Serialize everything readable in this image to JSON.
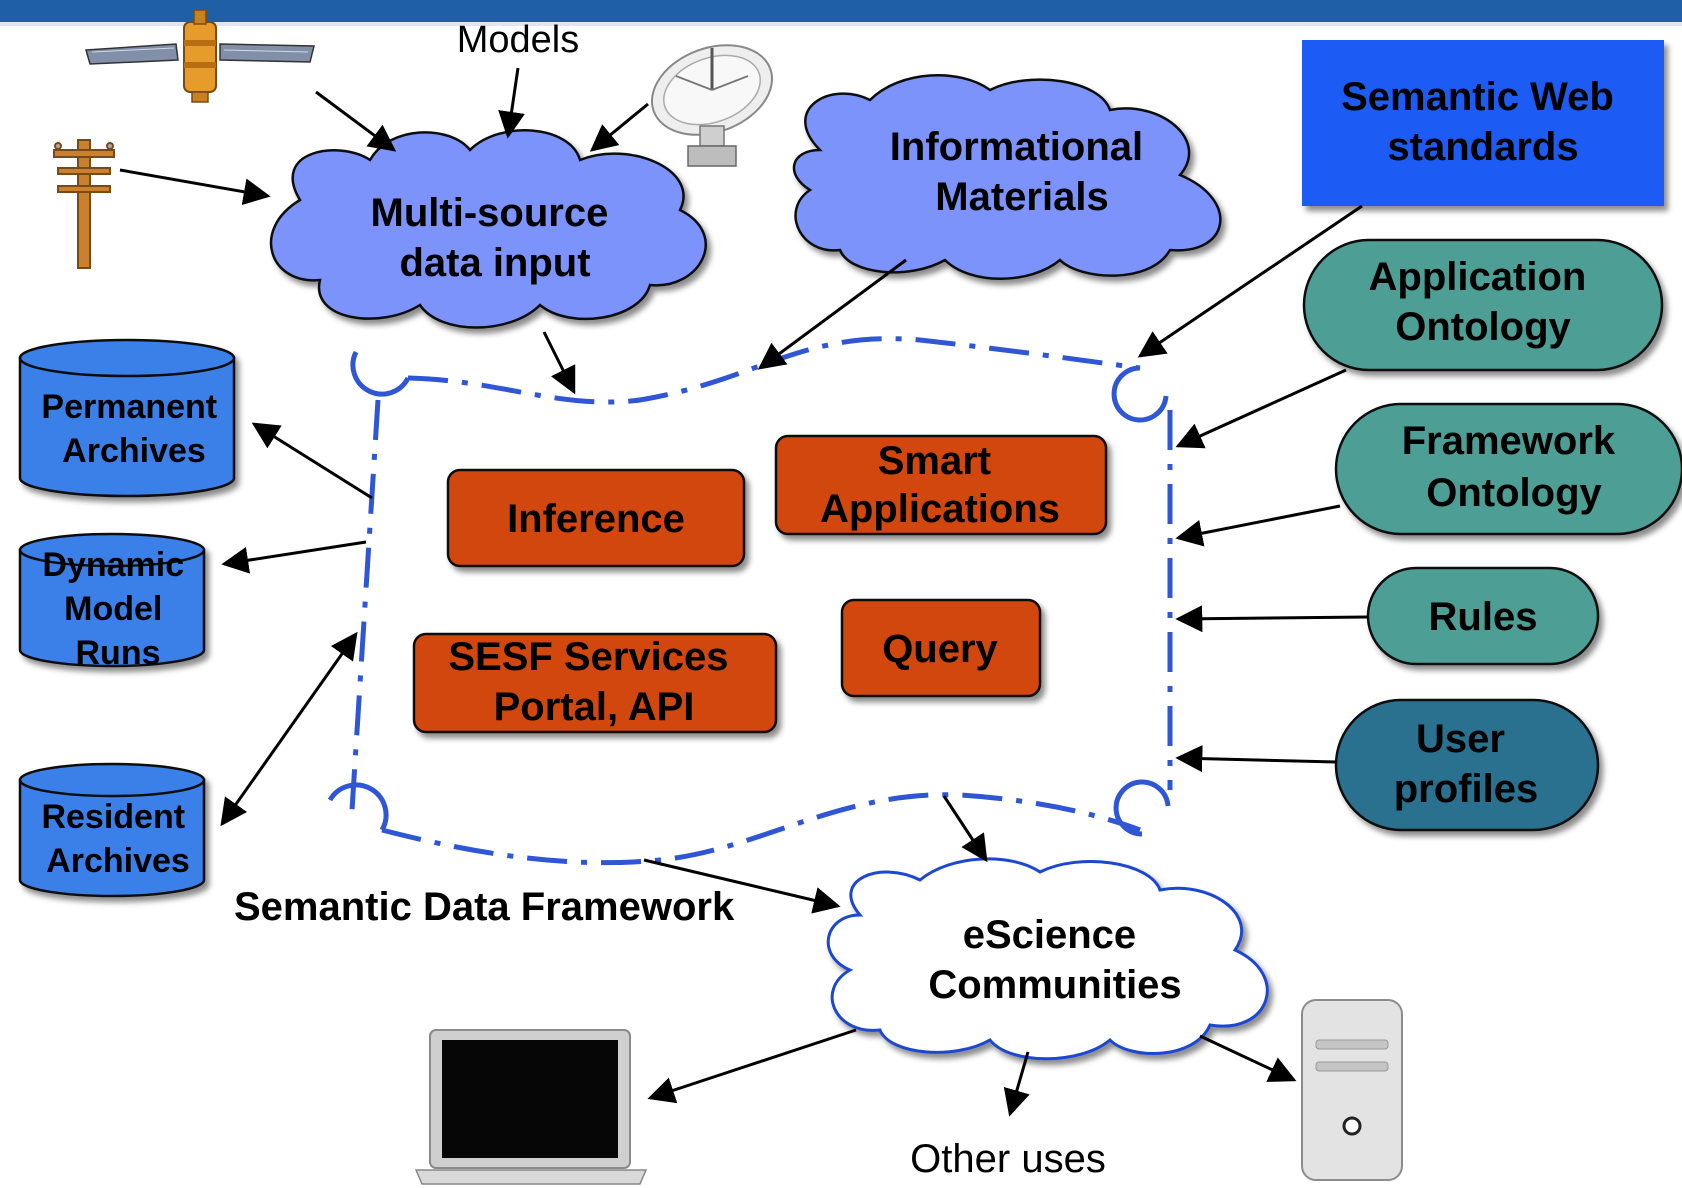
{
  "top_label": "Models",
  "clouds": {
    "multi_source": [
      "Multi-source",
      "data input"
    ],
    "informational": [
      "Informational",
      "Materials"
    ],
    "escience": [
      "eScience",
      "Communities"
    ]
  },
  "semantic_web": [
    "Semantic Web",
    "standards"
  ],
  "ontologies": {
    "application": [
      "Application",
      "Ontology"
    ],
    "framework": [
      "Framework",
      "Ontology"
    ],
    "rules": "Rules",
    "user_profiles": [
      "User",
      "profiles"
    ]
  },
  "archives": {
    "permanent": [
      "Permanent",
      "Archives"
    ],
    "dynamic": [
      "Dynamic",
      "Model",
      "Runs"
    ],
    "resident": [
      "Resident",
      "Archives"
    ]
  },
  "services": {
    "inference": "Inference",
    "smart": [
      "Smart",
      "Applications"
    ],
    "query": "Query",
    "sesf": [
      "SESF Services",
      "Portal, API"
    ]
  },
  "framework_label": "Semantic Data Framework",
  "other_uses": "Other uses",
  "colors": {
    "cloud_blue": "#7b93fb",
    "semantic_web": "#1a5cf5",
    "teal": "#4e9e95",
    "dark_teal": "#2a6f8f",
    "archive_blue": "#3b7fe8",
    "service_orange": "#d2470f",
    "framework_dash": "#2f56d4",
    "top_bar": "#1f5fa8"
  }
}
